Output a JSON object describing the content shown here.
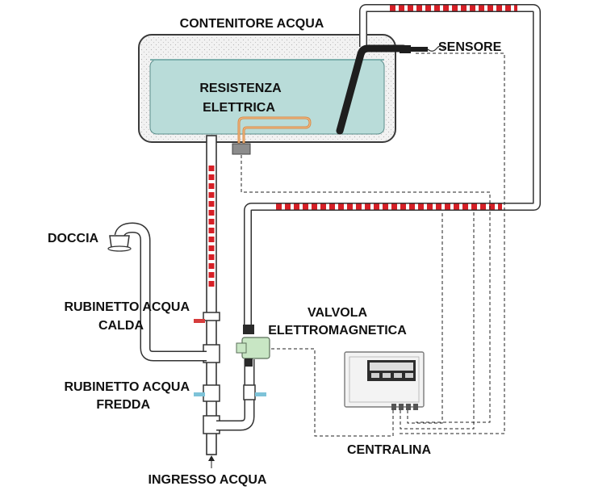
{
  "labels": {
    "water_tank": "CONTENITORE ACQUA",
    "sensor": "SENSORE",
    "heater_line1": "RESISTENZA",
    "heater_line2": "ELETTRICA",
    "shower": "DOCCIA",
    "hot_tap_line1": "RUBINETTO ACQUA",
    "hot_tap_line2": "CALDA",
    "cold_tap_line1": "RUBINETTO ACQUA",
    "cold_tap_line2": "FREDDA",
    "valve_line1": "VALVOLA",
    "valve_line2": "ELETTROMAGNETICA",
    "controller": "CENTRALINA",
    "water_inlet": "INGRESSO ACQUA"
  },
  "colors": {
    "water": "#b9dcd9",
    "tank_shell": "#eeeeee",
    "pipe_fill": "#ffffff",
    "pipe_outline": "#333333",
    "hot_stripe": "#d61f26",
    "heater_coil": "#d98a45",
    "sensor_probe": "#1e1e1e",
    "valve_body": "#c8e6c4",
    "hot_handle": "#d63c3c",
    "cold_handle": "#7ec3d8"
  }
}
